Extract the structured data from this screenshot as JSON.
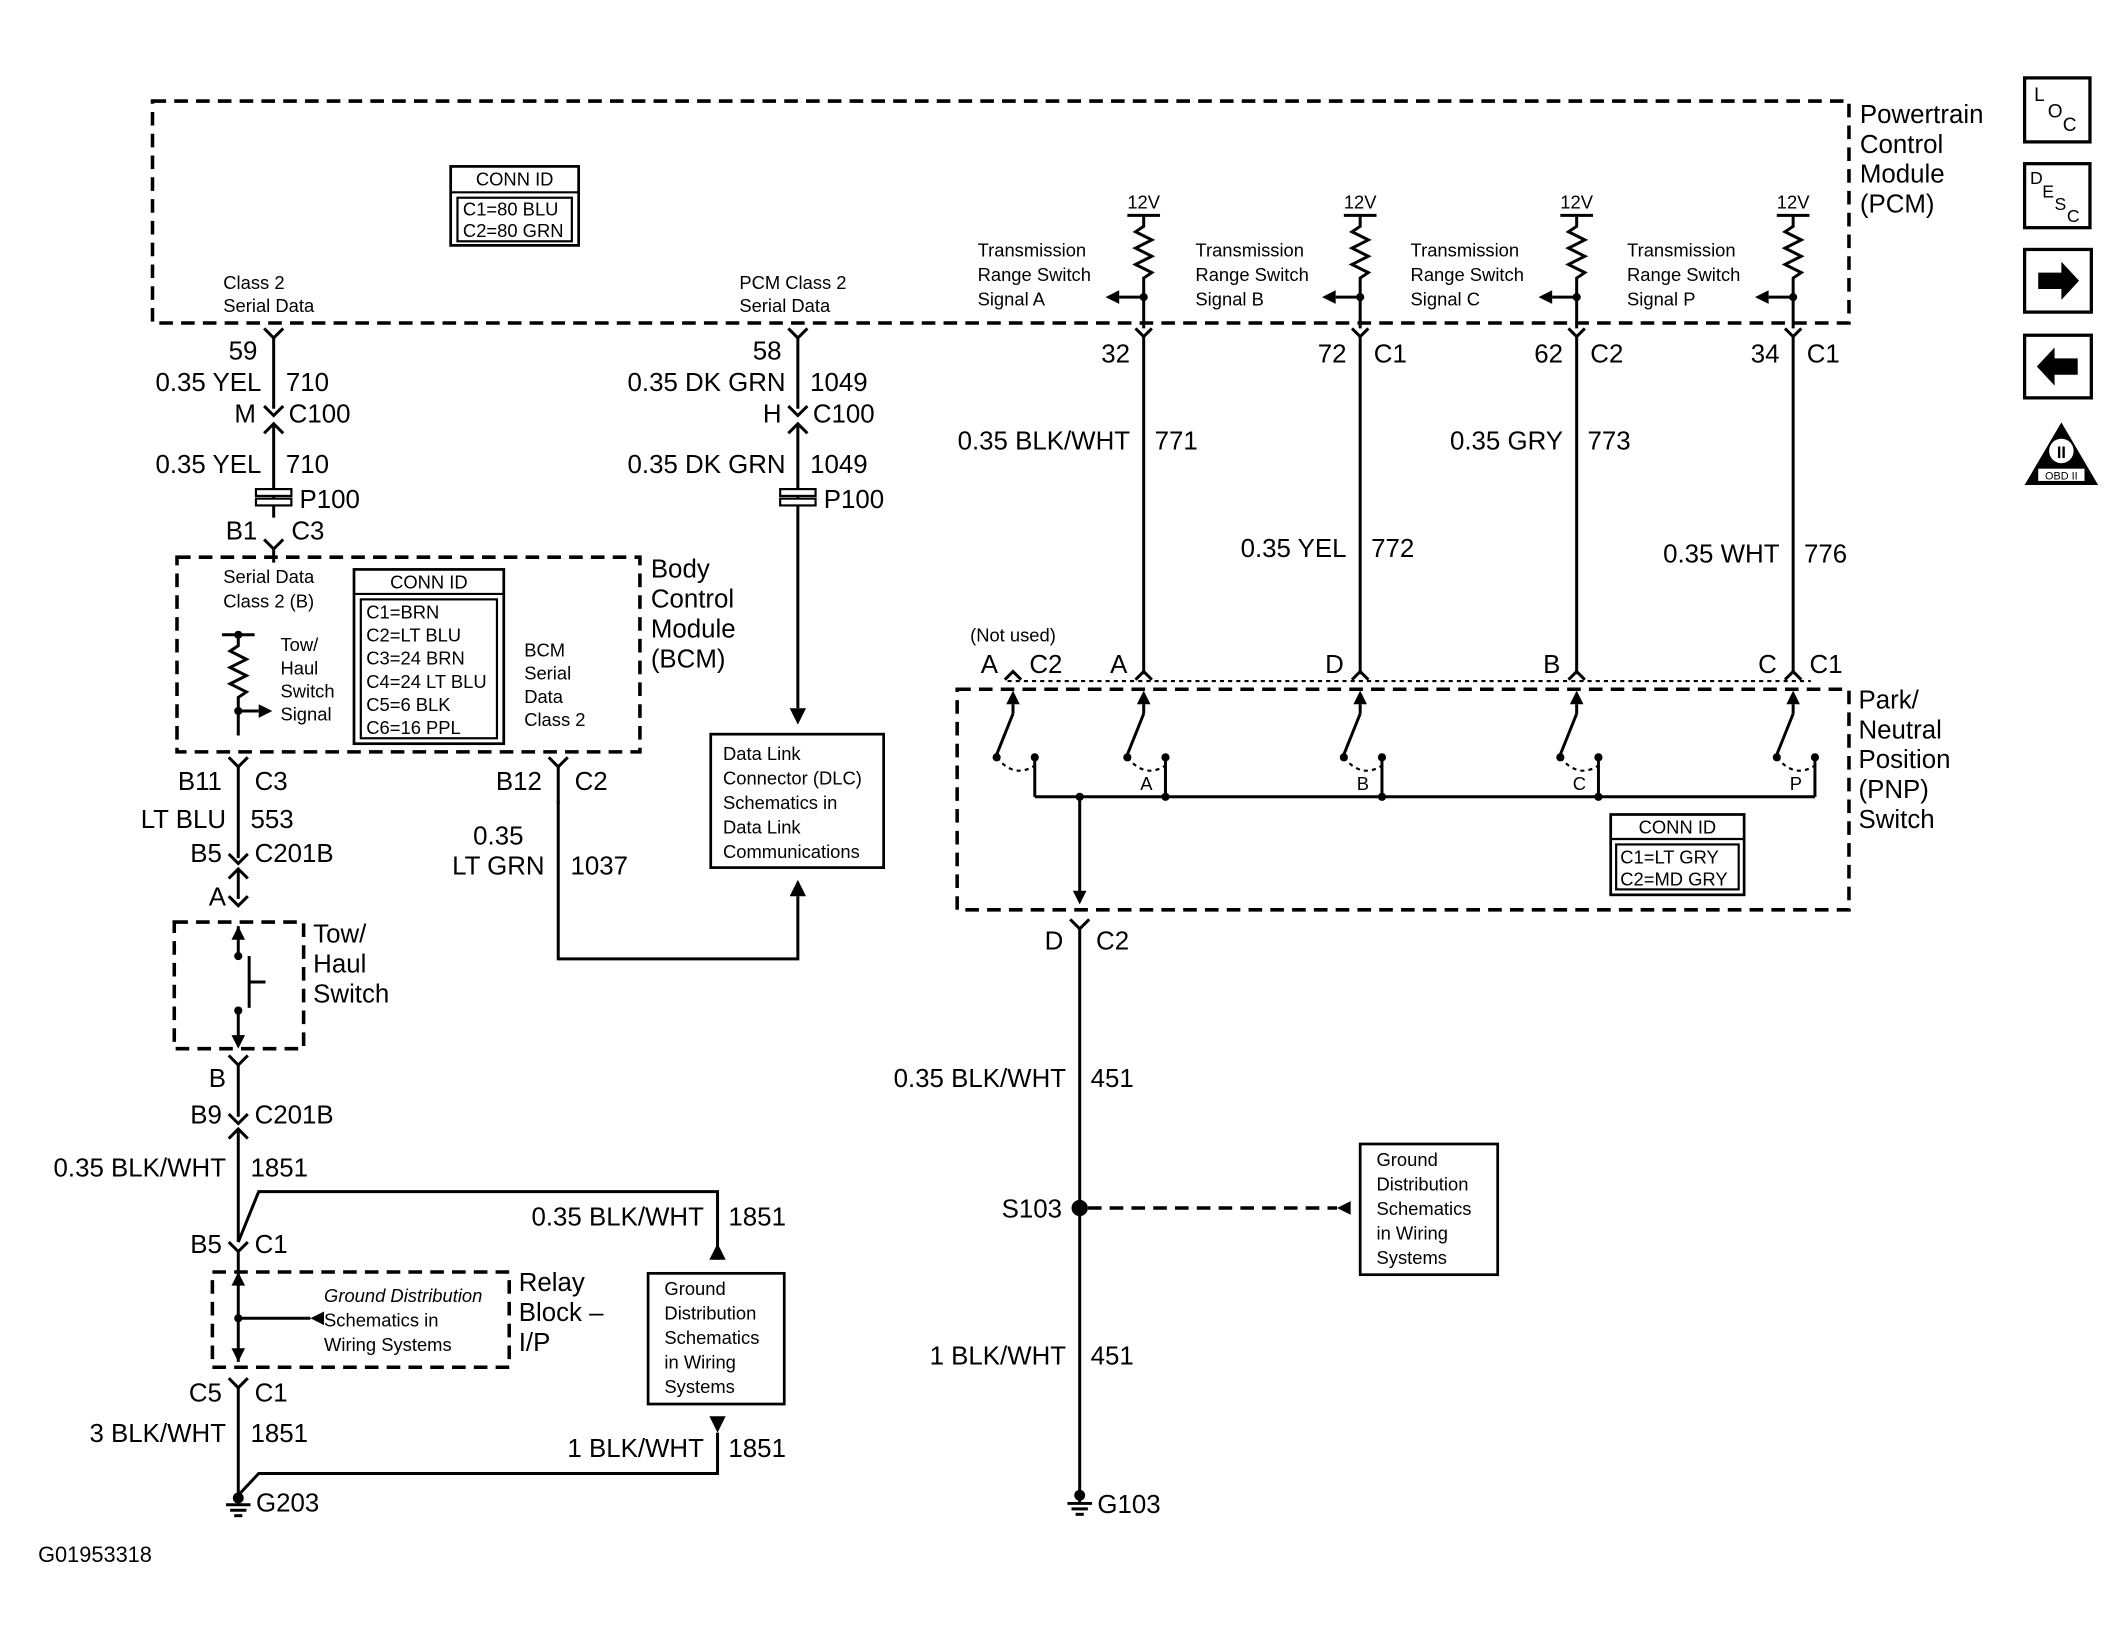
{
  "pcm": {
    "title": [
      "Powertrain",
      "Control",
      "Module",
      "(PCM)"
    ],
    "conn_id": {
      "title": "CONN ID",
      "rows": [
        "C1=80 BLU",
        "C2=80 GRN"
      ]
    },
    "class2_label": [
      "Class 2",
      "Serial Data"
    ],
    "pcm_class2_label": [
      "PCM Class 2",
      "Serial Data"
    ],
    "range_signals": [
      {
        "label": [
          "Transmission",
          "Range Switch",
          "Signal A"
        ],
        "volt": "12V",
        "pin": "32",
        "conn": "",
        "wire": "0.35 BLK/WHT",
        "circuit": "771",
        "sw_pin": "A",
        "sw_letter": "A"
      },
      {
        "label": [
          "Transmission",
          "Range Switch",
          "Signal B"
        ],
        "volt": "12V",
        "pin": "72",
        "conn": "C1",
        "wire": "0.35 YEL",
        "circuit": "772",
        "sw_pin": "D",
        "sw_letter": "B"
      },
      {
        "label": [
          "Transmission",
          "Range Switch",
          "Signal C"
        ],
        "volt": "12V",
        "pin": "62",
        "conn": "C2",
        "wire": "0.35 GRY",
        "circuit": "773",
        "sw_pin": "B",
        "sw_letter": "C"
      },
      {
        "label": [
          "Transmission",
          "Range Switch",
          "Signal P"
        ],
        "volt": "12V",
        "pin": "34",
        "conn": "C1",
        "wire": "0.35 WHT",
        "circuit": "776",
        "sw_pin": "C",
        "sw_letter": "P"
      }
    ]
  },
  "left": {
    "pin59": "59",
    "wire1": "0.35 YEL",
    "circ1": "710",
    "conn1_pin": "M",
    "conn1": "C100",
    "wire2": "0.35 YEL",
    "circ2": "710",
    "splice": "P100",
    "bcm_pin": "B1",
    "bcm_conn": "C3"
  },
  "mid": {
    "pin58": "58",
    "wire1": "0.35 DK GRN",
    "circ1": "1049",
    "conn1_pin": "H",
    "conn1": "C100",
    "wire2": "0.35 DK GRN",
    "circ2": "1049",
    "splice": "P100"
  },
  "bcm": {
    "title": [
      "Body",
      "Control",
      "Module",
      "(BCM)"
    ],
    "serial_label": [
      "Serial Data",
      "Class 2 (B)"
    ],
    "conn_id": {
      "title": "CONN ID",
      "rows": [
        "C1=BRN",
        "C2=LT BLU",
        "C3=24 BRN",
        "C4=24 LT BLU",
        "C5=6 BLK",
        "C6=16 PPL"
      ]
    },
    "towhaul_signal": [
      "Tow/",
      "Haul",
      "Switch",
      "Signal"
    ],
    "bcm_serial": [
      "BCM",
      "Serial",
      "Data",
      "Class 2"
    ],
    "out_pin": "B11",
    "out_conn": "C3",
    "b12_pin": "B12",
    "b12_conn": "C2",
    "b12_wire": [
      "0.35",
      "LT GRN"
    ],
    "b12_circ": "1037"
  },
  "dlc": {
    "label": [
      "Data Link",
      "Connector (DLC)",
      "Schematics in",
      "Data Link",
      "Communications"
    ]
  },
  "towhaul": {
    "wire": "LT BLU",
    "circ": "553",
    "c201_pin": "B5",
    "c201": "C201B",
    "pin_a": "A",
    "title": [
      "Tow/",
      "Haul",
      "Switch"
    ],
    "pin_b": "B",
    "c201b_pin": "B9",
    "c201b": "C201B",
    "wire2": "0.35 BLK/WHT",
    "circ2": "1851"
  },
  "relay": {
    "pin_b5": "B5",
    "conn_c1": "C1",
    "title": [
      "Relay",
      "Block –",
      "I/P"
    ],
    "gd_label": [
      "Ground Distribution",
      "Schematics in",
      "Wiring Systems"
    ],
    "branch_wire": "0.35 BLK/WHT",
    "branch_circ": "1851",
    "pin_c5": "C5",
    "conn_c1b": "C1",
    "wire3": "3 BLK/WHT",
    "circ3": "1851",
    "wire4": "1 BLK/WHT",
    "circ4": "1851",
    "ground": "G203",
    "gd_box": [
      "Ground",
      "Distribution",
      "Schematics",
      "in Wiring",
      "Systems"
    ]
  },
  "pnp": {
    "title": [
      "Park/",
      "Neutral",
      "Position",
      "(PNP)",
      "Switch"
    ],
    "not_used": "(Not used)",
    "nu_pin": "A",
    "nu_conn": "C2",
    "right_conn": "C1",
    "conn_id": {
      "title": "CONN ID",
      "rows": [
        "C1=LT GRY",
        "C2=MD GRY"
      ]
    },
    "out_pin": "D",
    "out_conn": "C2",
    "wire1": "0.35 BLK/WHT",
    "circ1": "451",
    "splice": "S103",
    "wire2": "1 BLK/WHT",
    "circ2": "451",
    "ground": "G103",
    "gd_box": [
      "Ground",
      "Distribution",
      "Schematics",
      "in Wiring",
      "Systems"
    ]
  },
  "figure_id": "G01953318",
  "nav": {
    "loc": [
      "L",
      "O",
      "C"
    ],
    "desc": [
      "D",
      "E",
      "S",
      "C"
    ],
    "obd": "OBD II"
  }
}
